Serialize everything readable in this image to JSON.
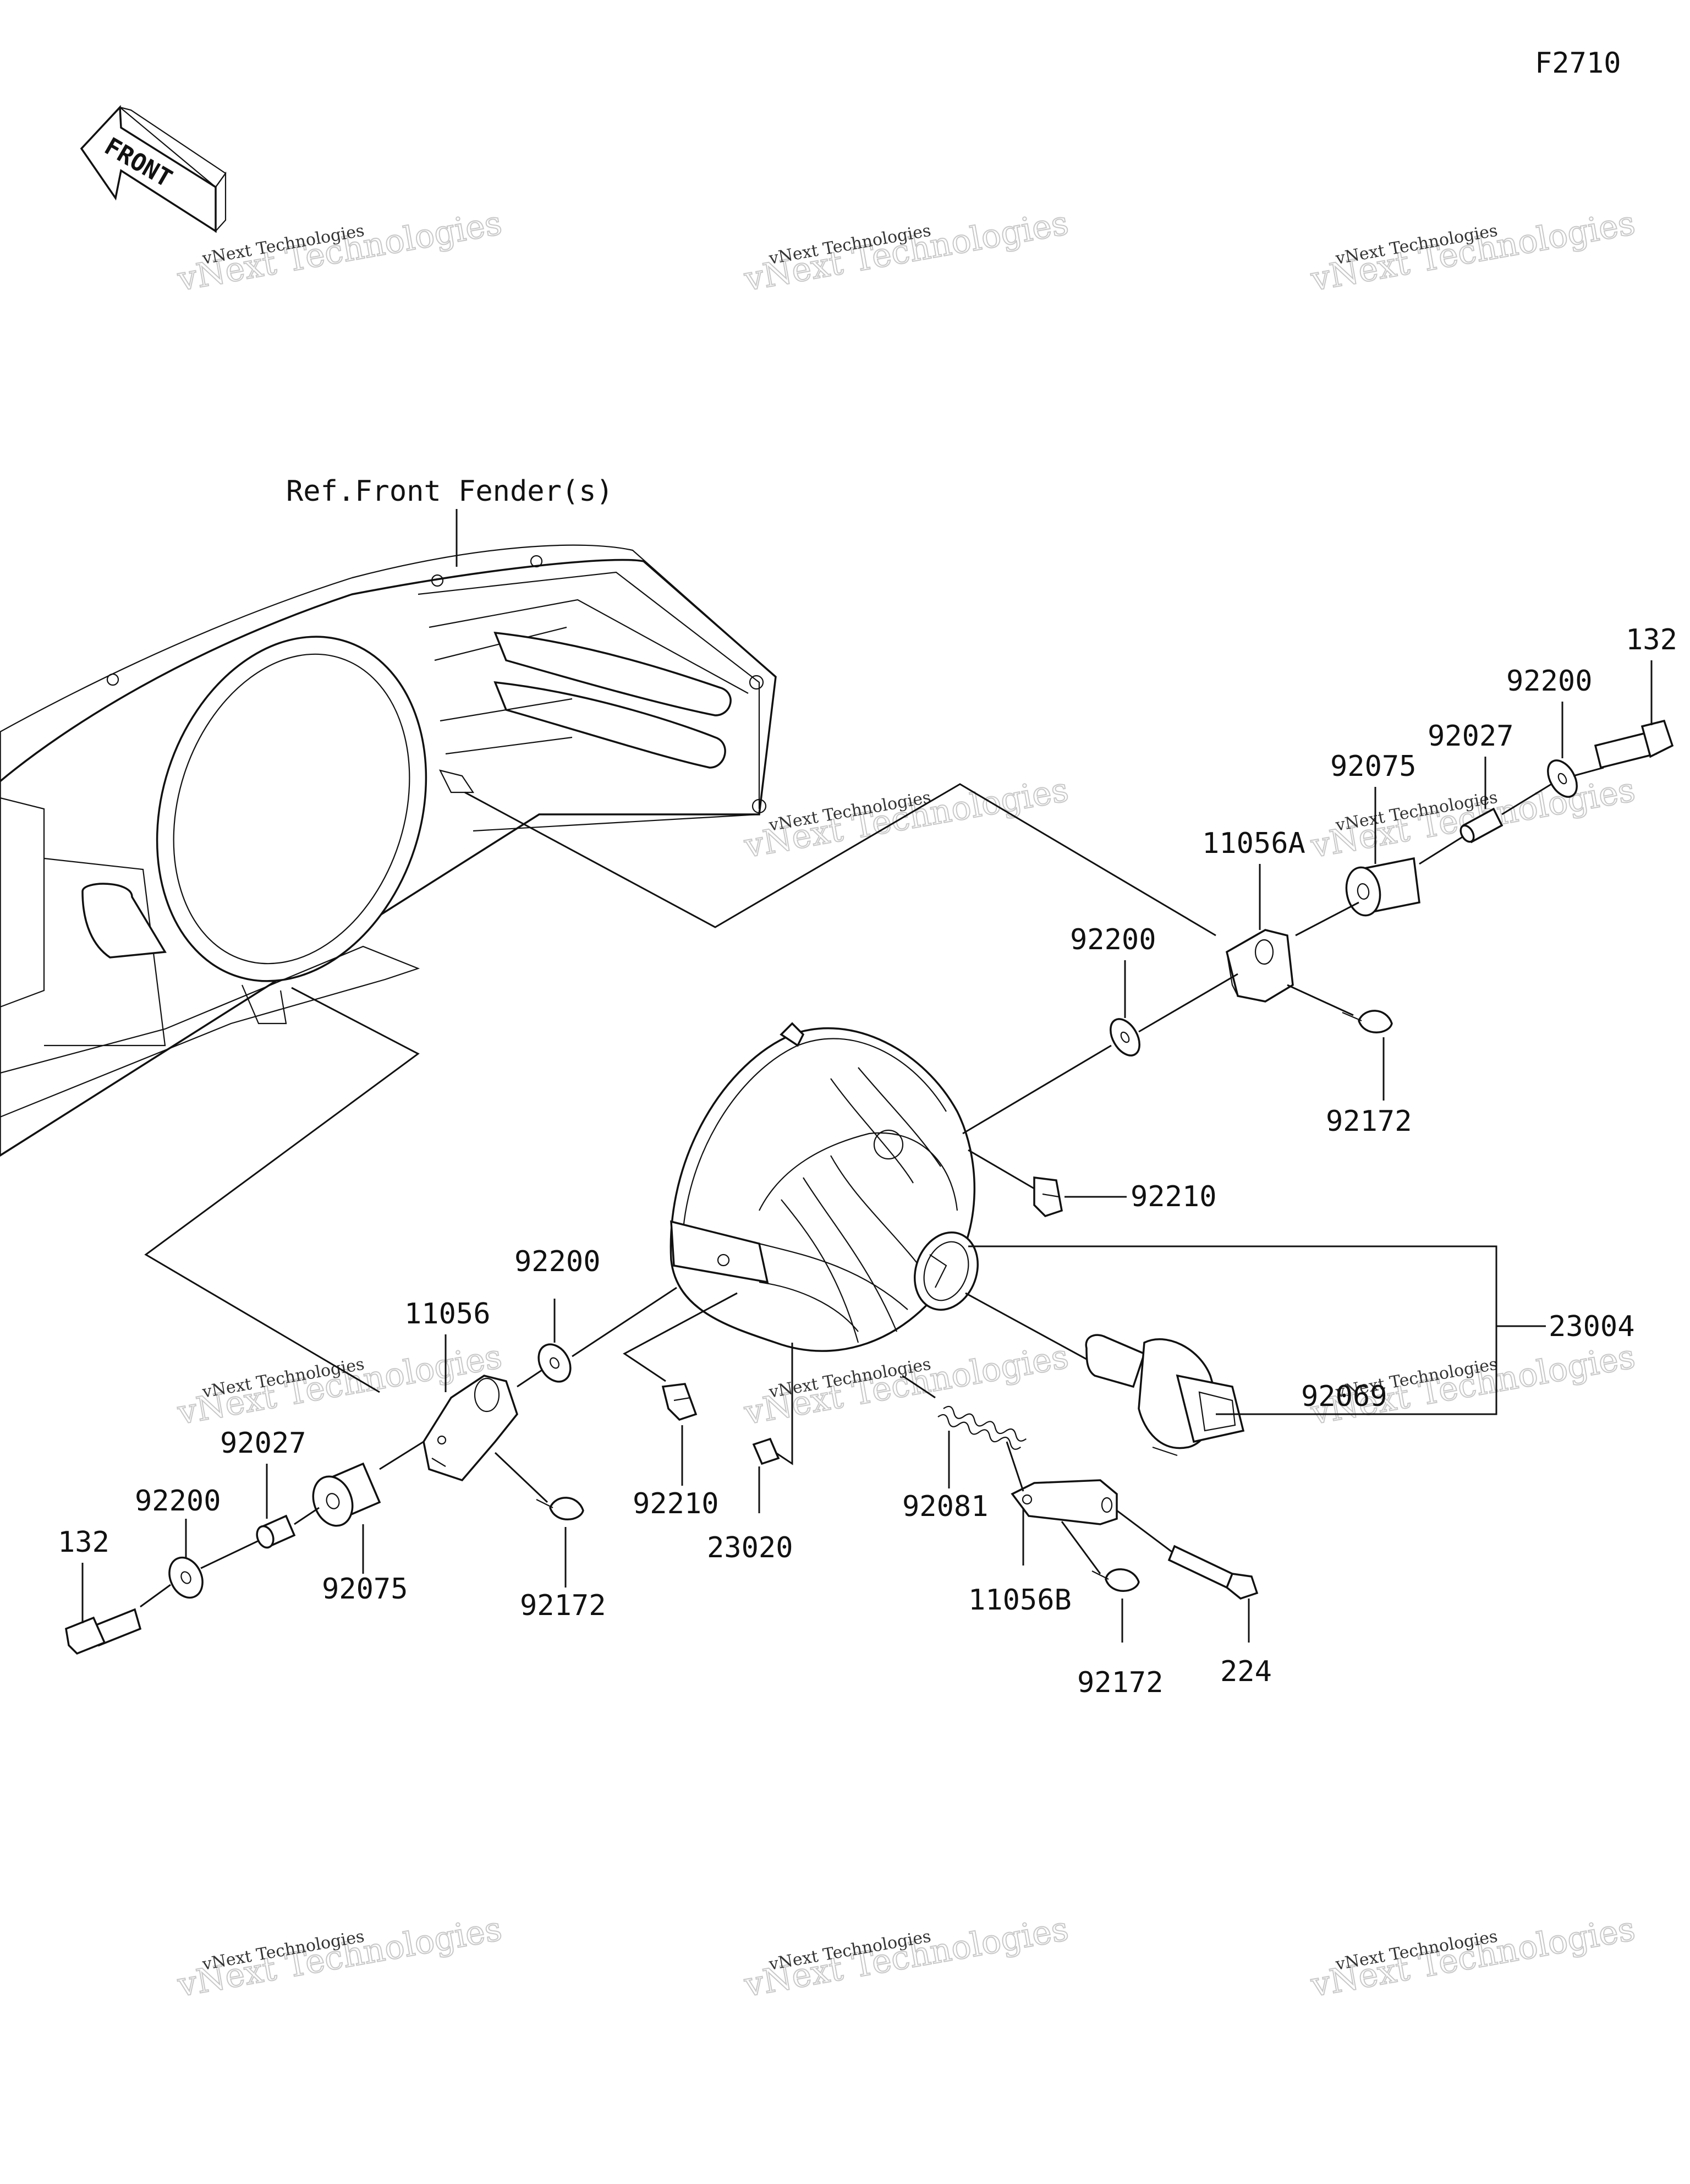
{
  "diagram_id": "F2710",
  "front_arrow_text": "FRONT",
  "reference_label": "Ref.Front Fender(s)",
  "watermark": {
    "line1": "vNext Technologies",
    "line2": "vNext Technologies"
  },
  "callouts": [
    {
      "id": "c-132-right",
      "text": "132"
    },
    {
      "id": "c-92200-right",
      "text": "92200"
    },
    {
      "id": "c-92027-right",
      "text": "92027"
    },
    {
      "id": "c-92075-right",
      "text": "92075"
    },
    {
      "id": "c-11056A",
      "text": "11056A"
    },
    {
      "id": "c-92200-mid",
      "text": "92200"
    },
    {
      "id": "c-92172-right",
      "text": "92172"
    },
    {
      "id": "c-92210-right",
      "text": "92210"
    },
    {
      "id": "c-23004",
      "text": "23004"
    },
    {
      "id": "c-92069",
      "text": "92069"
    },
    {
      "id": "c-92200-left",
      "text": "92200"
    },
    {
      "id": "c-11056",
      "text": "11056"
    },
    {
      "id": "c-92027-left",
      "text": "92027"
    },
    {
      "id": "c-92200-far-left",
      "text": "92200"
    },
    {
      "id": "c-132-left",
      "text": "132"
    },
    {
      "id": "c-92075-left",
      "text": "92075"
    },
    {
      "id": "c-92172-left",
      "text": "92172"
    },
    {
      "id": "c-92210-left",
      "text": "92210"
    },
    {
      "id": "c-23020",
      "text": "23020"
    },
    {
      "id": "c-92081",
      "text": "92081"
    },
    {
      "id": "c-11056B",
      "text": "11056B"
    },
    {
      "id": "c-92172-bottom",
      "text": "92172"
    },
    {
      "id": "c-224",
      "text": "224"
    }
  ]
}
